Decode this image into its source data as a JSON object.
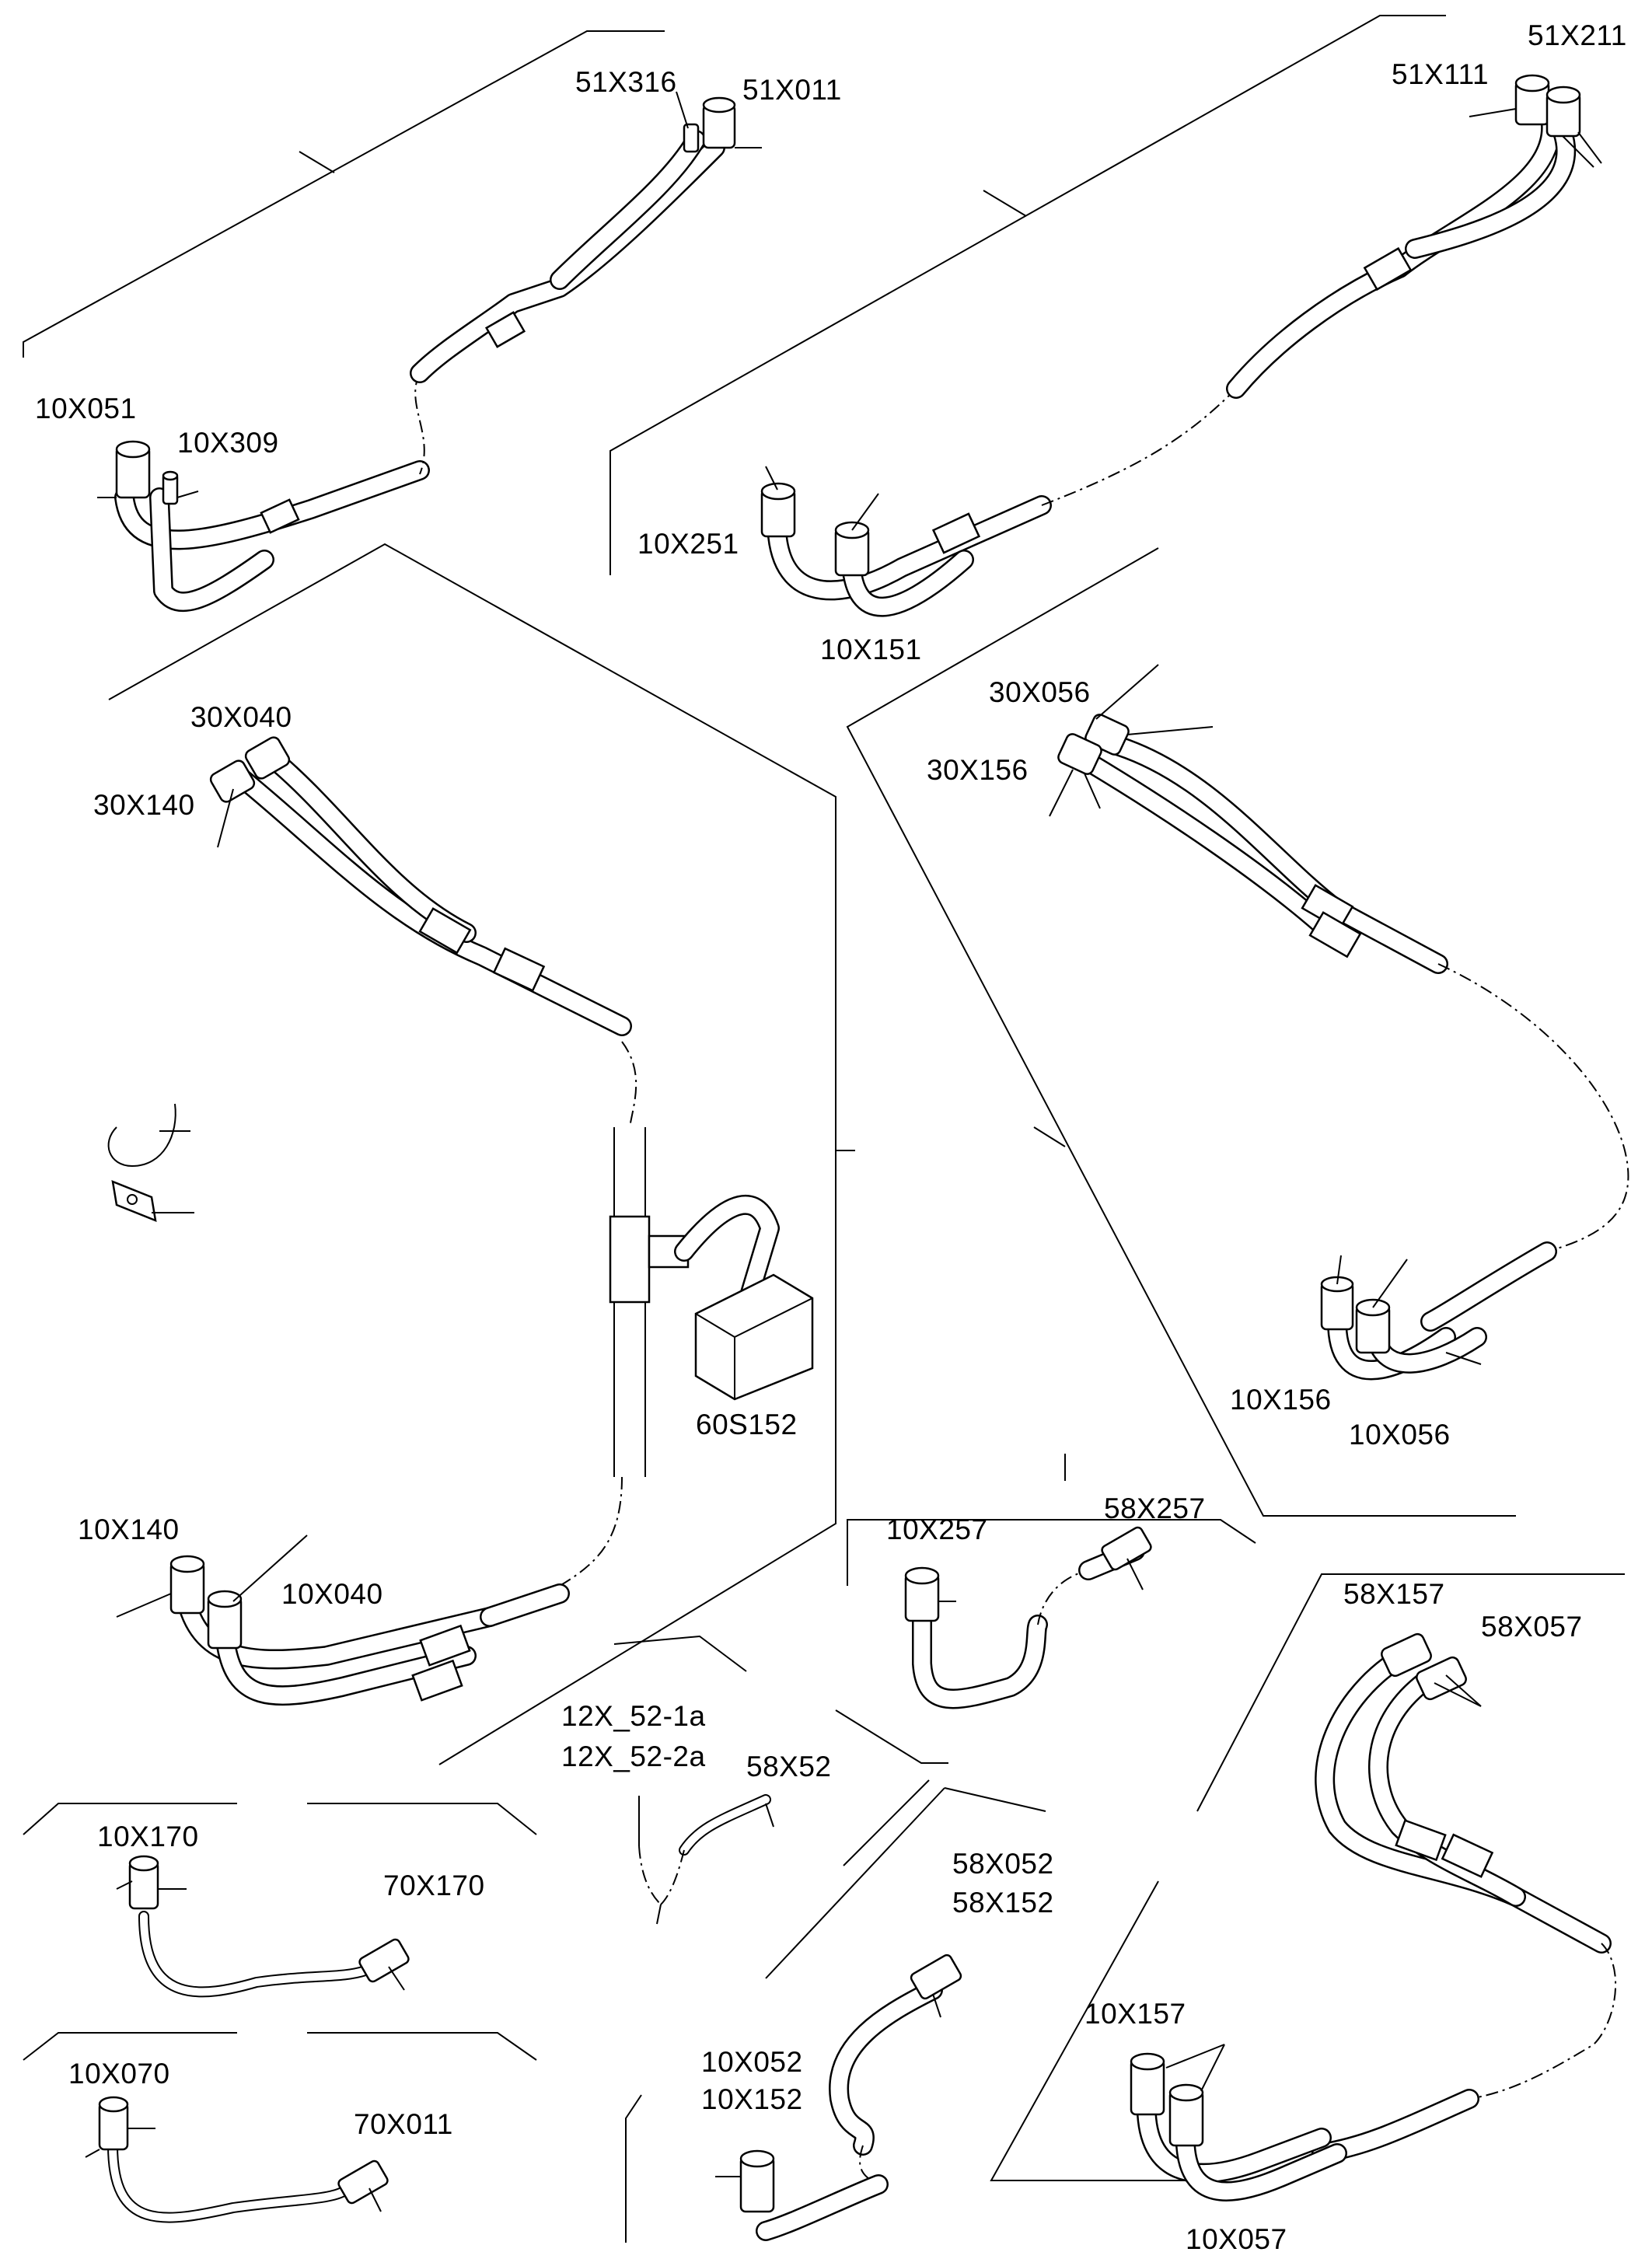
{
  "labels": {
    "c51X316": "51X316",
    "c51X011": "51X011",
    "c10X051": "10X051",
    "c10X309": "10X309",
    "c51X211": "51X211",
    "c51X111": "51X111",
    "c10X251": "10X251",
    "c10X151": "10X151",
    "c30X040": "30X040",
    "c30X140": "30X140",
    "c60S152": "60S152",
    "c10X140": "10X140",
    "c10X040": "10X040",
    "c30X056": "30X056",
    "c30X156": "30X156",
    "c10X156": "10X156",
    "c10X056": "10X056",
    "c10X257": "10X257",
    "c58X257": "58X257",
    "c58X157": "58X157",
    "c58X057": "58X057",
    "c10X157": "10X157",
    "c10X057": "10X057",
    "c12X_52_1a": "12X_52-1a",
    "c12X_52_2a": "12X_52-2a",
    "c58X52": "58X52",
    "c58X052": "58X052",
    "c58X152": "58X152",
    "c10X052": "10X052",
    "c10X152": "10X152",
    "c10X170": "10X170",
    "c70X170": "70X170",
    "c10X070": "10X070",
    "c70X011": "70X011"
  }
}
